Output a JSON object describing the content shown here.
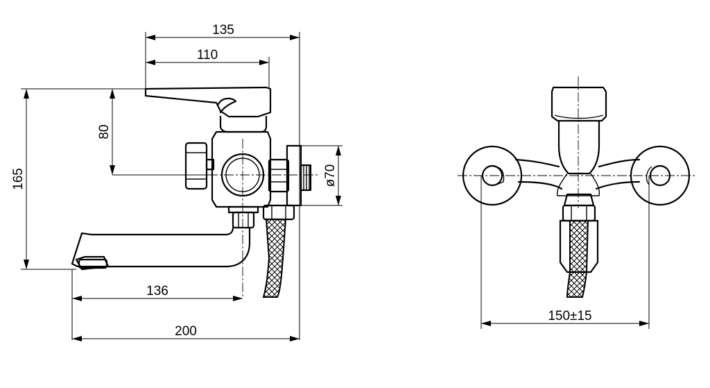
{
  "dimensions": {
    "overall_width_top": "135",
    "lever_width": "110",
    "lever_height": "80",
    "overall_height": "165",
    "outlet_diameter": "ø70",
    "spout_reach": "136",
    "overall_length": "200",
    "wall_centers": "150±15"
  }
}
